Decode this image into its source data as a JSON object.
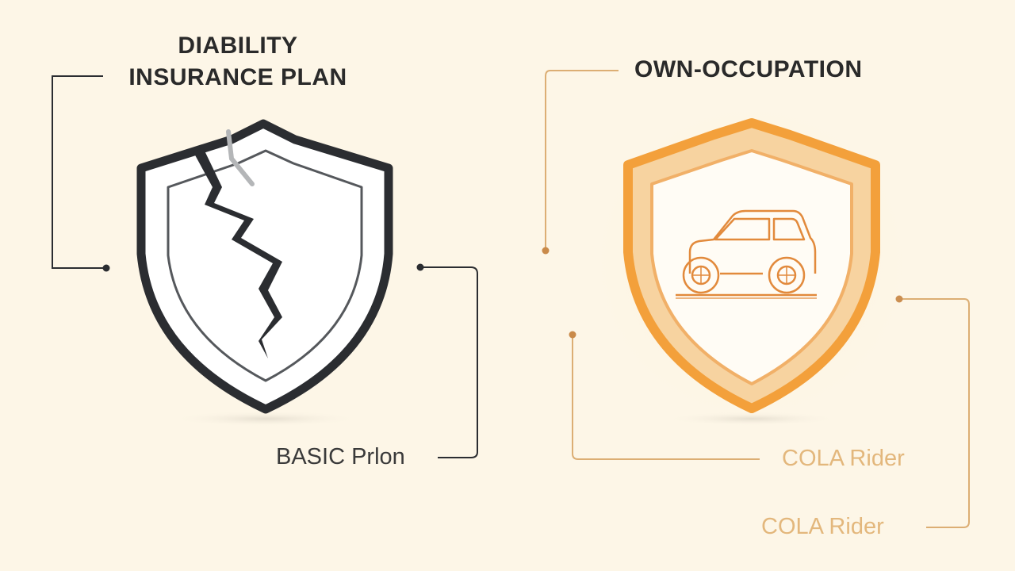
{
  "left_panel": {
    "title_line1": "DIABILITY",
    "title_line2": "INSURANCE PLAN",
    "basic_label": "BASIC Prlon",
    "shield_icon": "cracked-shield-icon",
    "stroke_color": "#2b2d31"
  },
  "right_panel": {
    "title": "OWN-OCCUPATION",
    "rider_label_1": "COLA Rider",
    "rider_label_2": "COLA Rider",
    "shield_icon": "car-shield-icon",
    "accent_color": "#f3a03b",
    "connector_color": "#dcae74"
  },
  "colors": {
    "background": "#fdf6e7",
    "text_dark": "#2a2a2a",
    "text_accent": "#e3b77c"
  }
}
